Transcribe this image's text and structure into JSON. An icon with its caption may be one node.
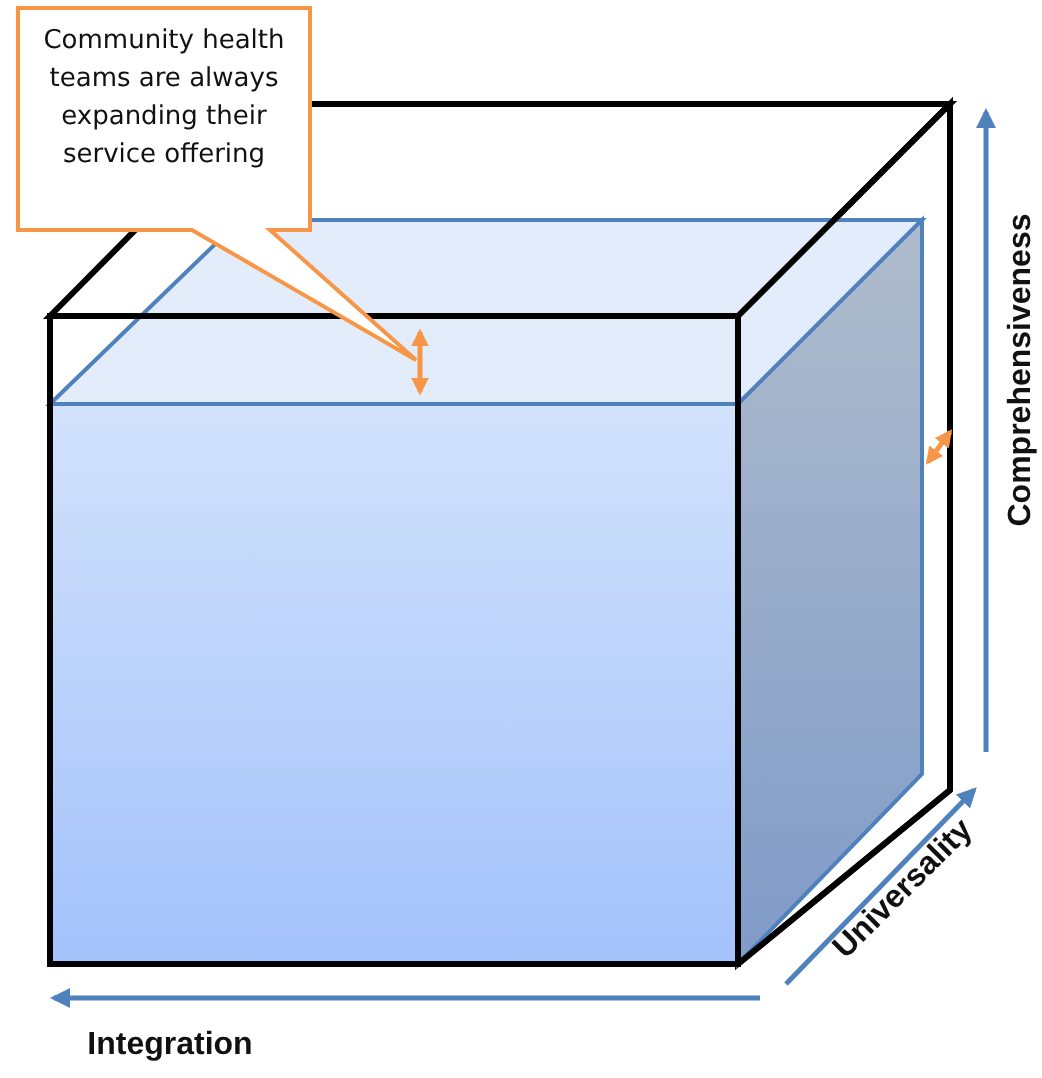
{
  "diagram": {
    "nodes": [
      {
        "text": [
          "Community health teams are always expanding their service offering"
        ]
      }
    ],
    "labels": [
      "Comprehensiveness",
      "Universality",
      "Integration"
    ]
  }
}
